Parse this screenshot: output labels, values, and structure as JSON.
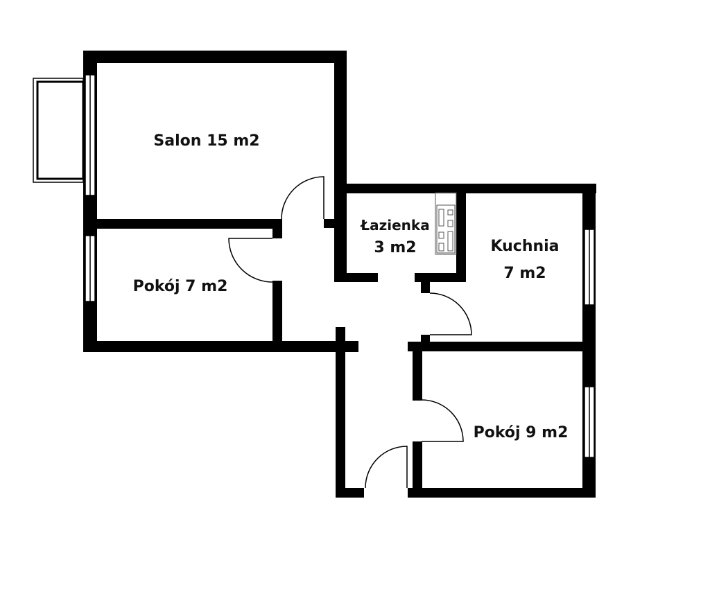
{
  "rooms": {
    "salon": "Salon 15 m2",
    "pokoj_small": "Pokój 7 m2",
    "lazienka_name": "Łazienka",
    "lazienka_area": "3 m2",
    "kuchnia_name": "Kuchnia",
    "kuchnia_area": "7 m2",
    "pokoj_large": "Pokój 9 m2"
  },
  "colors": {
    "wall": "#000000",
    "background": "#ffffff"
  }
}
